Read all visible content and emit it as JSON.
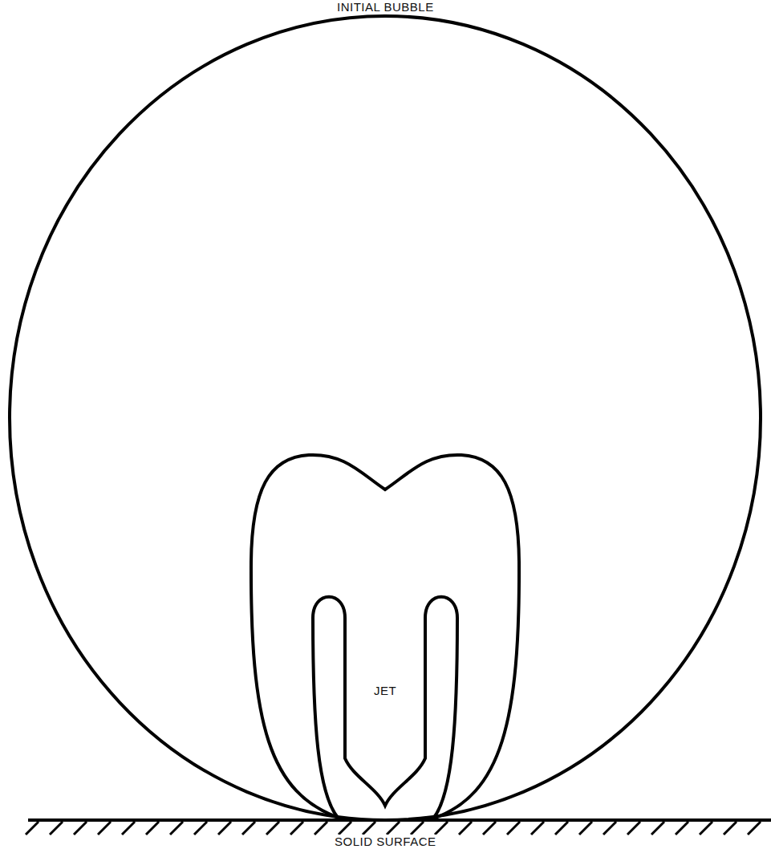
{
  "diagram": {
    "labels": [
      "INITIAL BUBBLE",
      "JET",
      "SOLID SURFACE"
    ]
  }
}
